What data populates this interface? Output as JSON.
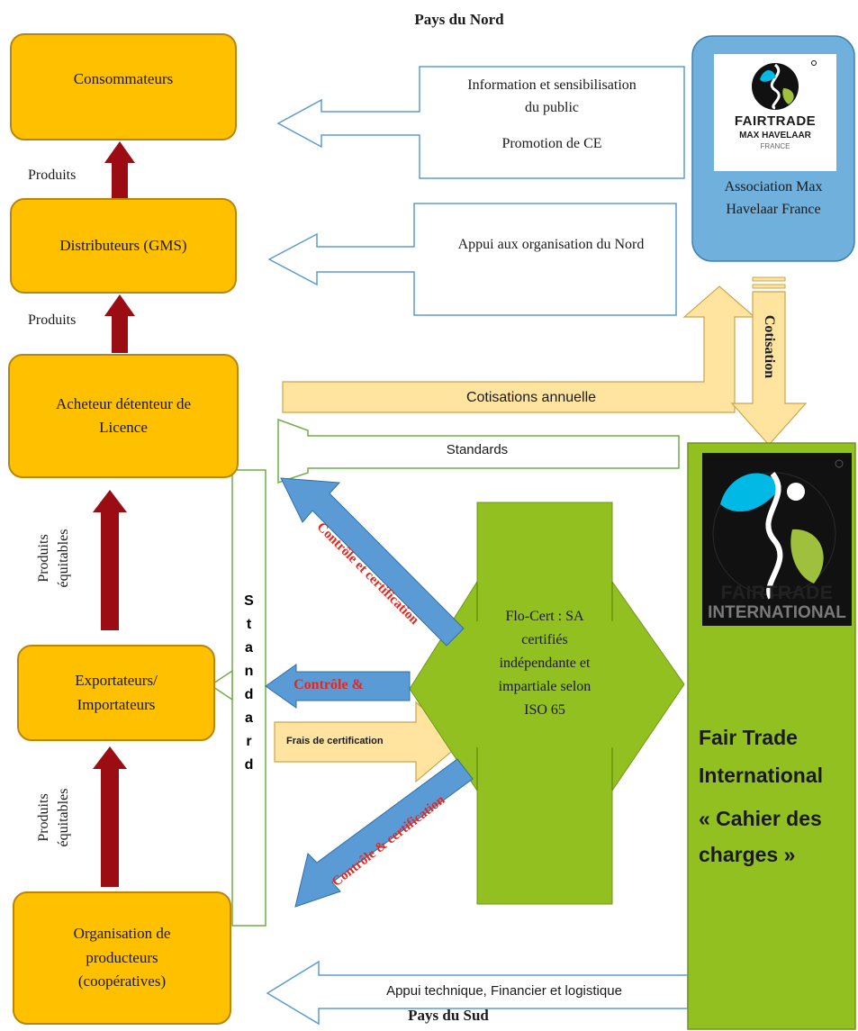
{
  "header": {
    "north": "Pays du Nord",
    "south": "Pays du Sud"
  },
  "chain": {
    "consumers": "Consommateurs",
    "distributors": "Distributeurs (GMS)",
    "licensee": "Acheteur détenteur de Licence",
    "exporters": "Exportateurs/ Importateurs",
    "producers": "Organisation de producteurs (coopératives)"
  },
  "flows": {
    "produits_1": "Produits",
    "produits_2": "Produits",
    "produits_equitables_1": "Produits équitables",
    "produits_equitables_2": "Produits équitables"
  },
  "north_services": {
    "info_line1": "Information et sensibilisation",
    "info_line2": "du public",
    "promotion": "Promotion de CE",
    "appui_nord": "Appui aux organisation du Nord"
  },
  "max_havelaar": {
    "logo_word": "FAIRTRADE",
    "logo_sub": "MAX HAVELAAR",
    "logo_country": "FRANCE",
    "name": "Association Max Havelaar France"
  },
  "money_flows": {
    "cotisation": "Cotisation",
    "cotisations_annuelle": "Cotisations annuelle",
    "standards": "Standards",
    "frais_certification": "Frais de certification"
  },
  "standard_column": [
    "S",
    "t",
    "a",
    "n",
    "d",
    "a",
    "r",
    "d"
  ],
  "certification": {
    "controle_certif_top": "Contrôle et certification",
    "controle_short": "Contrôle &",
    "controle_certif_bottom": "Contrôle & certification",
    "flocert": "Flo-Cert : SA certifiés indépendante et impartiale selon ISO 65"
  },
  "fairtrade_international": {
    "logo_word": "FAIRTRADE",
    "logo_sub": "INTERNATIONAL",
    "title": "Fair Trade International",
    "subtitle": "« Cahier des charges »"
  },
  "south_support": "Appui technique, Financier et logistique",
  "colors": {
    "orange": "#ffc000",
    "green": "#92c020",
    "blue": "#5b9bd5",
    "sky": "#6fb0dc",
    "dark_red": "#9b0d12",
    "beige": "#ffe4a0",
    "cyan_logo": "#00b9e4",
    "lime_logo": "#9ec03c"
  }
}
